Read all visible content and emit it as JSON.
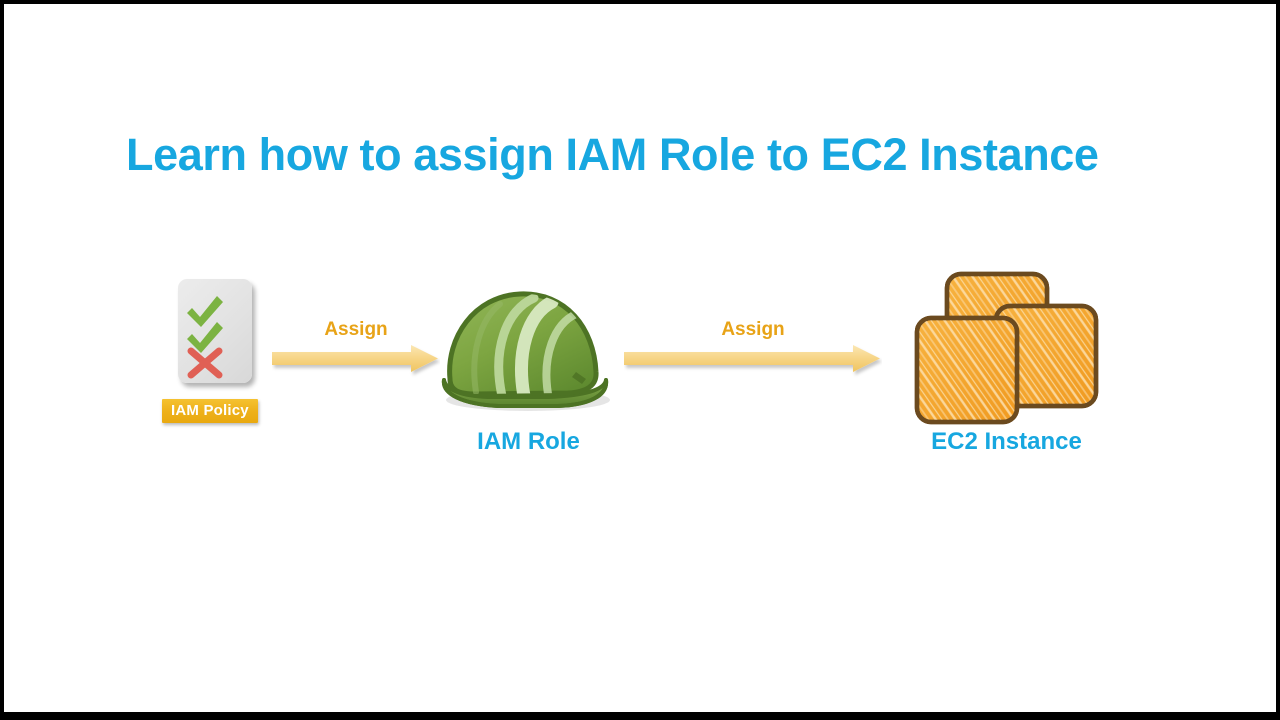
{
  "slide": {
    "title": "Learn how to assign IAM Role to EC2 Instance",
    "background_color": "#ffffff",
    "frame_color": "#000000",
    "title_color": "#17a7e0"
  },
  "diagram": {
    "type": "flow",
    "nodes": [
      {
        "id": "iam-policy",
        "label": "IAM Policy",
        "icon": "policy-document-icon",
        "label_style": "badge",
        "label_bg_color": "#eeb11b",
        "label_text_color": "#ffffff",
        "glyphs": [
          "check-mark",
          "check-mark",
          "cross-mark"
        ],
        "check_color": "#7cb342",
        "cross_color": "#e06055",
        "document_color": "#e4e4e4"
      },
      {
        "id": "iam-role",
        "label": "IAM Role",
        "icon": "hard-hat-icon",
        "label_style": "caption",
        "label_text_color": "#17a7e0",
        "helmet_color": "#7aa340",
        "helmet_outline_color": "#4d7324",
        "helmet_highlight_color": "#c5dca3"
      },
      {
        "id": "ec2-instance",
        "label": "EC2 Instance",
        "icon": "ec2-instances-icon",
        "label_style": "caption",
        "label_text_color": "#17a7e0",
        "instance_count": 3,
        "instance_fill_color": "#f5a623",
        "instance_border_color": "#6b4a1f",
        "instance_hatch_color": "#fcdfa8"
      }
    ],
    "connectors": [
      {
        "id": "arrow-policy-to-role",
        "label": "Assign",
        "from": "iam-policy",
        "to": "iam-role",
        "direction": "right",
        "label_color": "#e8a317",
        "arrow_color": "#f5d27a"
      },
      {
        "id": "arrow-role-to-ec2",
        "label": "Assign",
        "from": "iam-role",
        "to": "ec2-instance",
        "direction": "right",
        "label_color": "#e8a317",
        "arrow_color": "#f5d27a"
      }
    ]
  }
}
